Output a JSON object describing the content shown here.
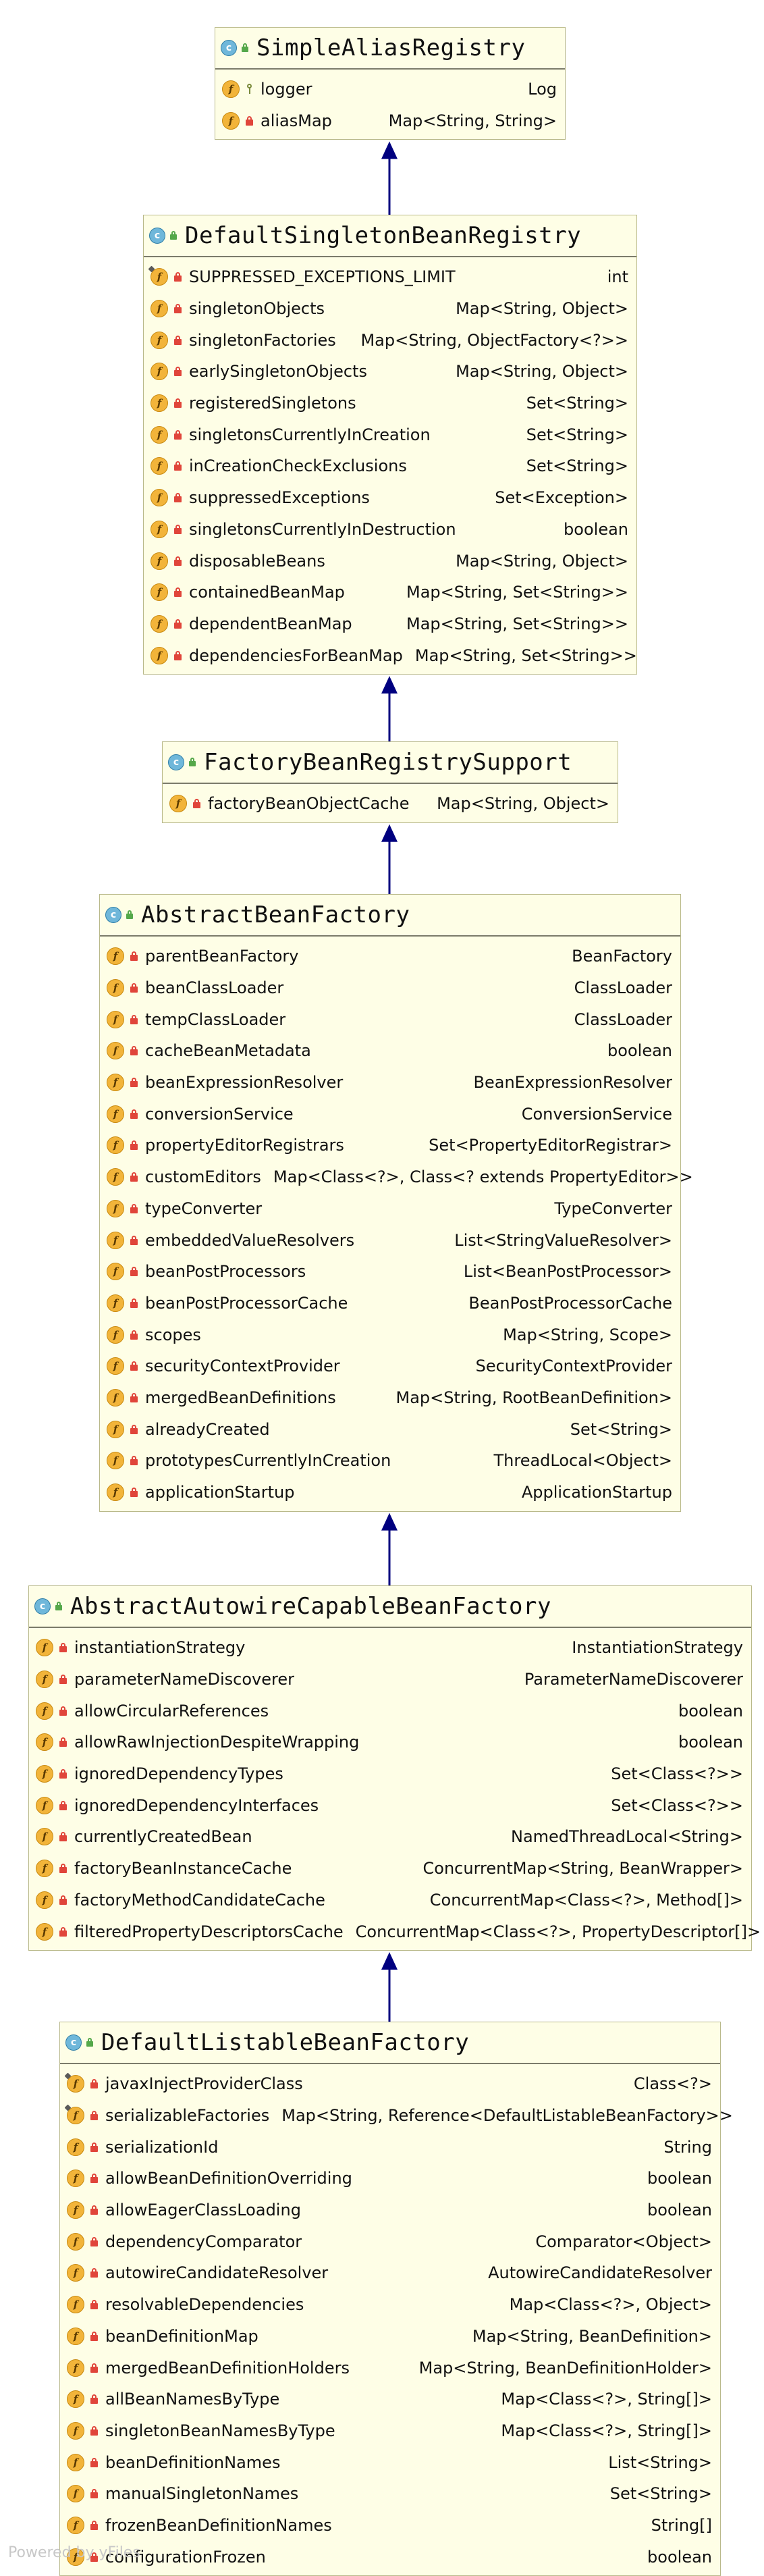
{
  "colors": {
    "class_fill": "#fefee6",
    "class_border": "#b9b98a",
    "arrow": "#00007f",
    "field_icon": "#f2b43a",
    "class_badge": "#6fb7da"
  },
  "classes": [
    {
      "name": "SimpleAliasRegistry",
      "fields": [
        {
          "name": "logger",
          "type": "Log",
          "visibility": "package",
          "static": false
        },
        {
          "name": "aliasMap",
          "type": "Map<String, String>",
          "visibility": "private",
          "static": false
        }
      ]
    },
    {
      "name": "DefaultSingletonBeanRegistry",
      "fields": [
        {
          "name": "SUPPRESSED_EXCEPTIONS_LIMIT",
          "type": "int",
          "visibility": "private",
          "static": true
        },
        {
          "name": "singletonObjects",
          "type": "Map<String, Object>",
          "visibility": "private",
          "static": false
        },
        {
          "name": "singletonFactories",
          "type": "Map<String, ObjectFactory<?>>",
          "visibility": "private",
          "static": false
        },
        {
          "name": "earlySingletonObjects",
          "type": "Map<String, Object>",
          "visibility": "private",
          "static": false
        },
        {
          "name": "registeredSingletons",
          "type": "Set<String>",
          "visibility": "private",
          "static": false
        },
        {
          "name": "singletonsCurrentlyInCreation",
          "type": "Set<String>",
          "visibility": "private",
          "static": false
        },
        {
          "name": "inCreationCheckExclusions",
          "type": "Set<String>",
          "visibility": "private",
          "static": false
        },
        {
          "name": "suppressedExceptions",
          "type": "Set<Exception>",
          "visibility": "private",
          "static": false
        },
        {
          "name": "singletonsCurrentlyInDestruction",
          "type": "boolean",
          "visibility": "private",
          "static": false
        },
        {
          "name": "disposableBeans",
          "type": "Map<String, Object>",
          "visibility": "private",
          "static": false
        },
        {
          "name": "containedBeanMap",
          "type": "Map<String, Set<String>>",
          "visibility": "private",
          "static": false
        },
        {
          "name": "dependentBeanMap",
          "type": "Map<String, Set<String>>",
          "visibility": "private",
          "static": false
        },
        {
          "name": "dependenciesForBeanMap",
          "type": "Map<String, Set<String>>",
          "visibility": "private",
          "static": false
        }
      ]
    },
    {
      "name": "FactoryBeanRegistrySupport",
      "fields": [
        {
          "name": "factoryBeanObjectCache",
          "type": "Map<String, Object>",
          "visibility": "private",
          "static": false
        }
      ]
    },
    {
      "name": "AbstractBeanFactory",
      "fields": [
        {
          "name": "parentBeanFactory",
          "type": "BeanFactory",
          "visibility": "private",
          "static": false
        },
        {
          "name": "beanClassLoader",
          "type": "ClassLoader",
          "visibility": "private",
          "static": false
        },
        {
          "name": "tempClassLoader",
          "type": "ClassLoader",
          "visibility": "private",
          "static": false
        },
        {
          "name": "cacheBeanMetadata",
          "type": "boolean",
          "visibility": "private",
          "static": false
        },
        {
          "name": "beanExpressionResolver",
          "type": "BeanExpressionResolver",
          "visibility": "private",
          "static": false
        },
        {
          "name": "conversionService",
          "type": "ConversionService",
          "visibility": "private",
          "static": false
        },
        {
          "name": "propertyEditorRegistrars",
          "type": "Set<PropertyEditorRegistrar>",
          "visibility": "private",
          "static": false
        },
        {
          "name": "customEditors",
          "type": "Map<Class<?>, Class<? extends PropertyEditor>>",
          "visibility": "private",
          "static": false
        },
        {
          "name": "typeConverter",
          "type": "TypeConverter",
          "visibility": "private",
          "static": false
        },
        {
          "name": "embeddedValueResolvers",
          "type": "List<StringValueResolver>",
          "visibility": "private",
          "static": false
        },
        {
          "name": "beanPostProcessors",
          "type": "List<BeanPostProcessor>",
          "visibility": "private",
          "static": false
        },
        {
          "name": "beanPostProcessorCache",
          "type": "BeanPostProcessorCache",
          "visibility": "private",
          "static": false
        },
        {
          "name": "scopes",
          "type": "Map<String, Scope>",
          "visibility": "private",
          "static": false
        },
        {
          "name": "securityContextProvider",
          "type": "SecurityContextProvider",
          "visibility": "private",
          "static": false
        },
        {
          "name": "mergedBeanDefinitions",
          "type": "Map<String, RootBeanDefinition>",
          "visibility": "private",
          "static": false
        },
        {
          "name": "alreadyCreated",
          "type": "Set<String>",
          "visibility": "private",
          "static": false
        },
        {
          "name": "prototypesCurrentlyInCreation",
          "type": "ThreadLocal<Object>",
          "visibility": "private",
          "static": false
        },
        {
          "name": "applicationStartup",
          "type": "ApplicationStartup",
          "visibility": "private",
          "static": false
        }
      ]
    },
    {
      "name": "AbstractAutowireCapableBeanFactory",
      "fields": [
        {
          "name": "instantiationStrategy",
          "type": "InstantiationStrategy",
          "visibility": "private",
          "static": false
        },
        {
          "name": "parameterNameDiscoverer",
          "type": "ParameterNameDiscoverer",
          "visibility": "private",
          "static": false
        },
        {
          "name": "allowCircularReferences",
          "type": "boolean",
          "visibility": "private",
          "static": false
        },
        {
          "name": "allowRawInjectionDespiteWrapping",
          "type": "boolean",
          "visibility": "private",
          "static": false
        },
        {
          "name": "ignoredDependencyTypes",
          "type": "Set<Class<?>>",
          "visibility": "private",
          "static": false
        },
        {
          "name": "ignoredDependencyInterfaces",
          "type": "Set<Class<?>>",
          "visibility": "private",
          "static": false
        },
        {
          "name": "currentlyCreatedBean",
          "type": "NamedThreadLocal<String>",
          "visibility": "private",
          "static": false
        },
        {
          "name": "factoryBeanInstanceCache",
          "type": "ConcurrentMap<String, BeanWrapper>",
          "visibility": "private",
          "static": false
        },
        {
          "name": "factoryMethodCandidateCache",
          "type": "ConcurrentMap<Class<?>, Method[]>",
          "visibility": "private",
          "static": false
        },
        {
          "name": "filteredPropertyDescriptorsCache",
          "type": "ConcurrentMap<Class<?>, PropertyDescriptor[]>",
          "visibility": "private",
          "static": false
        }
      ]
    },
    {
      "name": "DefaultListableBeanFactory",
      "fields": [
        {
          "name": "javaxInjectProviderClass",
          "type": "Class<?>",
          "visibility": "private",
          "static": true
        },
        {
          "name": "serializableFactories",
          "type": "Map<String, Reference<DefaultListableBeanFactory>>",
          "visibility": "private",
          "static": true
        },
        {
          "name": "serializationId",
          "type": "String",
          "visibility": "private",
          "static": false
        },
        {
          "name": "allowBeanDefinitionOverriding",
          "type": "boolean",
          "visibility": "private",
          "static": false
        },
        {
          "name": "allowEagerClassLoading",
          "type": "boolean",
          "visibility": "private",
          "static": false
        },
        {
          "name": "dependencyComparator",
          "type": "Comparator<Object>",
          "visibility": "private",
          "static": false
        },
        {
          "name": "autowireCandidateResolver",
          "type": "AutowireCandidateResolver",
          "visibility": "private",
          "static": false
        },
        {
          "name": "resolvableDependencies",
          "type": "Map<Class<?>, Object>",
          "visibility": "private",
          "static": false
        },
        {
          "name": "beanDefinitionMap",
          "type": "Map<String, BeanDefinition>",
          "visibility": "private",
          "static": false
        },
        {
          "name": "mergedBeanDefinitionHolders",
          "type": "Map<String, BeanDefinitionHolder>",
          "visibility": "private",
          "static": false
        },
        {
          "name": "allBeanNamesByType",
          "type": "Map<Class<?>, String[]>",
          "visibility": "private",
          "static": false
        },
        {
          "name": "singletonBeanNamesByType",
          "type": "Map<Class<?>, String[]>",
          "visibility": "private",
          "static": false
        },
        {
          "name": "beanDefinitionNames",
          "type": "List<String>",
          "visibility": "private",
          "static": false
        },
        {
          "name": "manualSingletonNames",
          "type": "Set<String>",
          "visibility": "private",
          "static": false
        },
        {
          "name": "frozenBeanDefinitionNames",
          "type": "String[]",
          "visibility": "private",
          "static": false
        },
        {
          "name": "configurationFrozen",
          "type": "boolean",
          "visibility": "private",
          "static": false
        }
      ]
    }
  ],
  "footer": "Powered by yFiles"
}
